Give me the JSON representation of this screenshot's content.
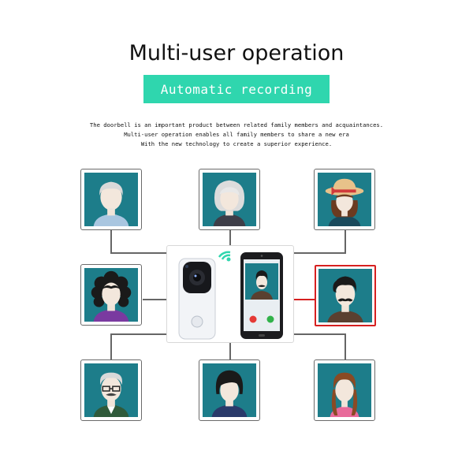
{
  "header": {
    "title": "Multi-user operation",
    "badge_label": "Automatic recording",
    "badge_color": "#2fd6ae"
  },
  "description": [
    "The doorbell is an important product between related family members and acquaintances.",
    "Multi-user operation enables all family members to share a new era",
    "With the new technology to create a superior experience."
  ],
  "colors": {
    "card_bg": "#1d7d8a",
    "card_border": "#6b6b6b",
    "active_border": "#d62020",
    "connector": "#666666",
    "active_connector": "#d62020"
  },
  "users": [
    {
      "icon": "elderly-man-avatar-icon"
    },
    {
      "icon": "elderly-woman-avatar-icon"
    },
    {
      "icon": "girl-with-sunhat-avatar-icon"
    },
    {
      "icon": "curly-hair-woman-avatar-icon"
    },
    {
      "icon": "mustache-man-avatar-icon",
      "active": true
    },
    {
      "icon": "grandpa-with-glasses-avatar-icon"
    },
    {
      "icon": "young-man-avatar-icon"
    },
    {
      "icon": "girl-with-braids-avatar-icon"
    }
  ],
  "center": {
    "doorbell_icon": "video-doorbell-icon",
    "wifi_icon": "wifi-icon",
    "phone_icon": "smartphone-video-call-icon",
    "decline_icon": "decline-call-icon",
    "accept_icon": "accept-call-icon"
  }
}
